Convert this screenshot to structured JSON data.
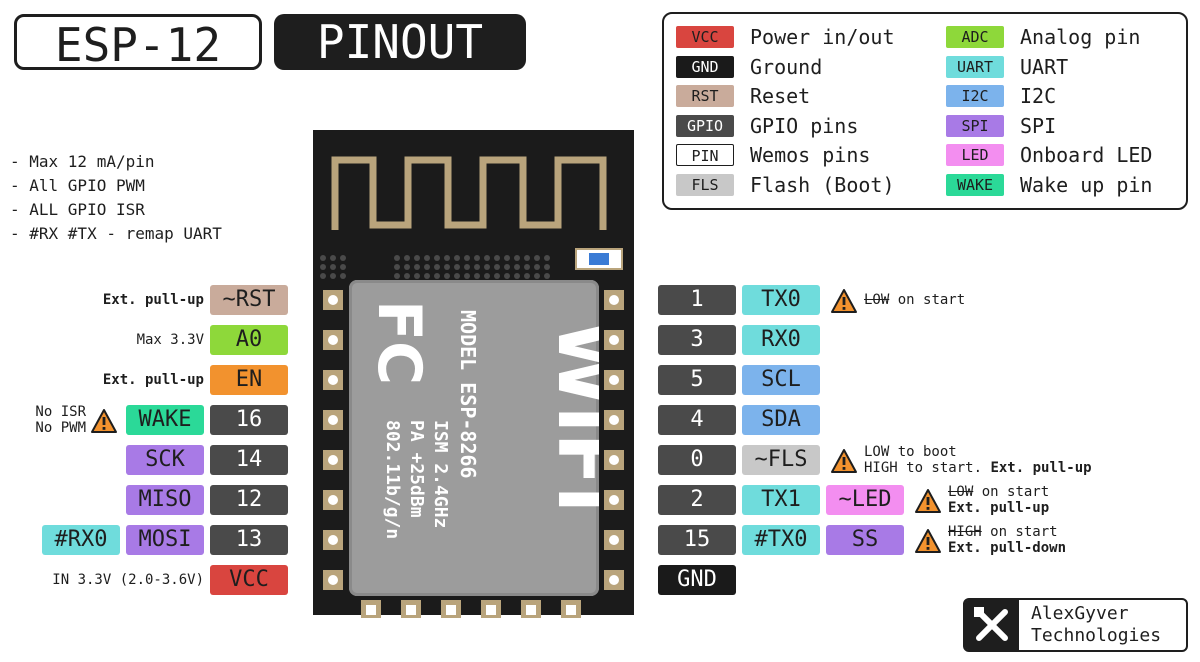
{
  "title": {
    "part1": "ESP-12",
    "part2": "PINOUT"
  },
  "notes": [
    "- Max 12 mA/pin",
    "- All GPIO PWM",
    "- ALL GPIO ISR",
    "- #RX #TX - remap UART"
  ],
  "colors": {
    "vcc": "#d9453f",
    "gnd": "#1a1a1a",
    "rst": "#c9ab9b",
    "gpio": "#4a4a4a",
    "pin": "#ffffff",
    "fls": "#c8c8c8",
    "adc": "#8ed83a",
    "uart": "#6fdcdc",
    "i2c": "#7cb3ec",
    "spi": "#a87ae6",
    "led": "#f38ef0",
    "wake": "#2bd998",
    "en": "#f2922e",
    "chip": "#1b1b1b",
    "antenna": "#b9a47c",
    "shield": "#9c9c9c"
  },
  "legend": [
    {
      "key": "VCC",
      "label": "Power in/out",
      "swatch": "vcc"
    },
    {
      "key": "GND",
      "label": "Ground",
      "swatch": "gnd"
    },
    {
      "key": "RST",
      "label": "Reset",
      "swatch": "rst"
    },
    {
      "key": "GPIO",
      "label": "GPIO pins",
      "swatch": "gpio"
    },
    {
      "key": "PIN",
      "label": "Wemos pins",
      "swatch": "pin"
    },
    {
      "key": "FLS",
      "label": "Flash (Boot)",
      "swatch": "fls"
    },
    {
      "key": "ADC",
      "label": "Analog pin",
      "swatch": "adc"
    },
    {
      "key": "UART",
      "label": "UART",
      "swatch": "uart"
    },
    {
      "key": "I2C",
      "label": "I2C",
      "swatch": "i2c"
    },
    {
      "key": "SPI",
      "label": "SPI",
      "swatch": "spi"
    },
    {
      "key": "LED",
      "label": "Onboard LED",
      "swatch": "led"
    },
    {
      "key": "WAKE",
      "label": "Wake up pin",
      "swatch": "wake"
    }
  ],
  "chip": {
    "logo": "FC",
    "wifi": "WiFi",
    "model_lines": [
      "MODEL ESP-8266",
      "ISM 2.4GHz",
      "PA +25dBm",
      "802.11b/g/n"
    ]
  },
  "left_pins": [
    {
      "note": "Ext. pull-up",
      "note_bold": true,
      "labels": [
        {
          "t": "~RST",
          "c": "rst"
        }
      ]
    },
    {
      "note": "Max 3.3V",
      "labels": [
        {
          "t": "A0",
          "c": "adc"
        }
      ]
    },
    {
      "note": "Ext. pull-up",
      "note_bold": true,
      "labels": [
        {
          "t": "EN",
          "c": "en"
        }
      ]
    },
    {
      "note_lines": [
        "No ISR",
        "No PWM"
      ],
      "warn": true,
      "labels": [
        {
          "t": "WAKE",
          "c": "wake"
        },
        {
          "t": "16",
          "c": "gpio"
        }
      ]
    },
    {
      "labels": [
        {
          "t": "SCK",
          "c": "spi"
        },
        {
          "t": "14",
          "c": "gpio"
        }
      ]
    },
    {
      "labels": [
        {
          "t": "MISO",
          "c": "spi"
        },
        {
          "t": "12",
          "c": "gpio"
        }
      ]
    },
    {
      "labels": [
        {
          "t": "#RX0",
          "c": "uart"
        },
        {
          "t": "MOSI",
          "c": "spi"
        },
        {
          "t": "13",
          "c": "gpio"
        }
      ]
    },
    {
      "note": "IN 3.3V (2.0-3.6V)",
      "labels": [
        {
          "t": "VCC",
          "c": "vcc"
        }
      ]
    }
  ],
  "right_pins": [
    {
      "labels": [
        {
          "t": "1",
          "c": "gpio"
        },
        {
          "t": "TX0",
          "c": "uart"
        }
      ],
      "warn": true,
      "note": {
        "strike": "LOW",
        "rest": " on start"
      }
    },
    {
      "labels": [
        {
          "t": "3",
          "c": "gpio"
        },
        {
          "t": "RX0",
          "c": "uart"
        }
      ]
    },
    {
      "labels": [
        {
          "t": "5",
          "c": "gpio"
        },
        {
          "t": "SCL",
          "c": "i2c"
        }
      ]
    },
    {
      "labels": [
        {
          "t": "4",
          "c": "gpio"
        },
        {
          "t": "SDA",
          "c": "i2c"
        }
      ]
    },
    {
      "labels": [
        {
          "t": "0",
          "c": "gpio"
        },
        {
          "t": "~FLS",
          "c": "fls"
        }
      ],
      "warn": true,
      "note_lines": [
        "LOW to boot",
        "HIGH to start. "
      ],
      "note_bold_tail": "Ext. pull-up"
    },
    {
      "labels": [
        {
          "t": "2",
          "c": "gpio"
        },
        {
          "t": "TX1",
          "c": "uart"
        },
        {
          "t": "~LED",
          "c": "led"
        }
      ],
      "warn": true,
      "note": {
        "strike": "LOW",
        "rest": " on start"
      },
      "note2": "Ext. pull-up"
    },
    {
      "labels": [
        {
          "t": "15",
          "c": "gpio"
        },
        {
          "t": "#TX0",
          "c": "uart"
        },
        {
          "t": "SS",
          "c": "spi"
        }
      ],
      "warn": true,
      "note": {
        "strike": "HIGH",
        "rest": " on start"
      },
      "note2": "Ext. pull-down"
    },
    {
      "labels": [
        {
          "t": "GND",
          "c": "gnd"
        }
      ]
    }
  ],
  "brand": {
    "line1": "AlexGyver",
    "line2": "Technologies"
  }
}
